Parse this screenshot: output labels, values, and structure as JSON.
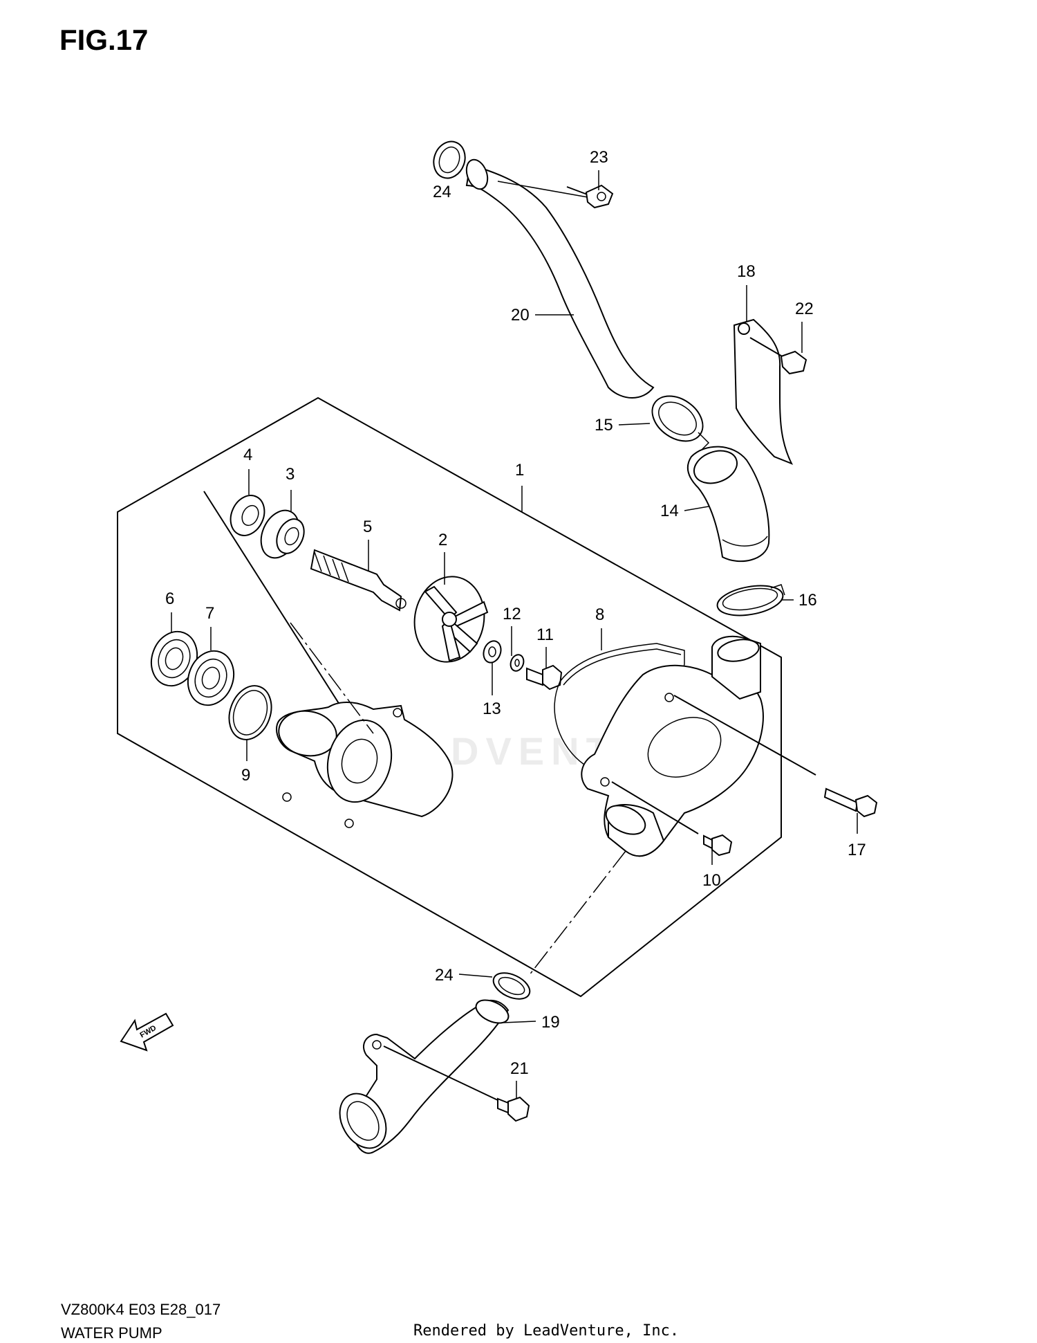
{
  "figure": {
    "title": "FIG.17",
    "model_code": "VZ800K4 E03 E28_017",
    "section_name": "WATER PUMP",
    "credit": "Rendered by LeadVenture, Inc.",
    "watermark": "LEADVENTURE",
    "fwd_label": "FWD"
  },
  "callouts": [
    {
      "id": "c1",
      "label": "1"
    },
    {
      "id": "c2",
      "label": "2"
    },
    {
      "id": "c3",
      "label": "3"
    },
    {
      "id": "c4",
      "label": "4"
    },
    {
      "id": "c5",
      "label": "5"
    },
    {
      "id": "c6",
      "label": "6"
    },
    {
      "id": "c7",
      "label": "7"
    },
    {
      "id": "c8",
      "label": "8"
    },
    {
      "id": "c9",
      "label": "9"
    },
    {
      "id": "c10",
      "label": "10"
    },
    {
      "id": "c11",
      "label": "11"
    },
    {
      "id": "c12",
      "label": "12"
    },
    {
      "id": "c13",
      "label": "13"
    },
    {
      "id": "c14",
      "label": "14"
    },
    {
      "id": "c15",
      "label": "15"
    },
    {
      "id": "c16",
      "label": "16"
    },
    {
      "id": "c17",
      "label": "17"
    },
    {
      "id": "c18",
      "label": "18"
    },
    {
      "id": "c19",
      "label": "19"
    },
    {
      "id": "c20",
      "label": "20"
    },
    {
      "id": "c21",
      "label": "21"
    },
    {
      "id": "c22",
      "label": "22"
    },
    {
      "id": "c23",
      "label": "23"
    },
    {
      "id": "c24a",
      "label": "24"
    },
    {
      "id": "c24b",
      "label": "24"
    }
  ]
}
